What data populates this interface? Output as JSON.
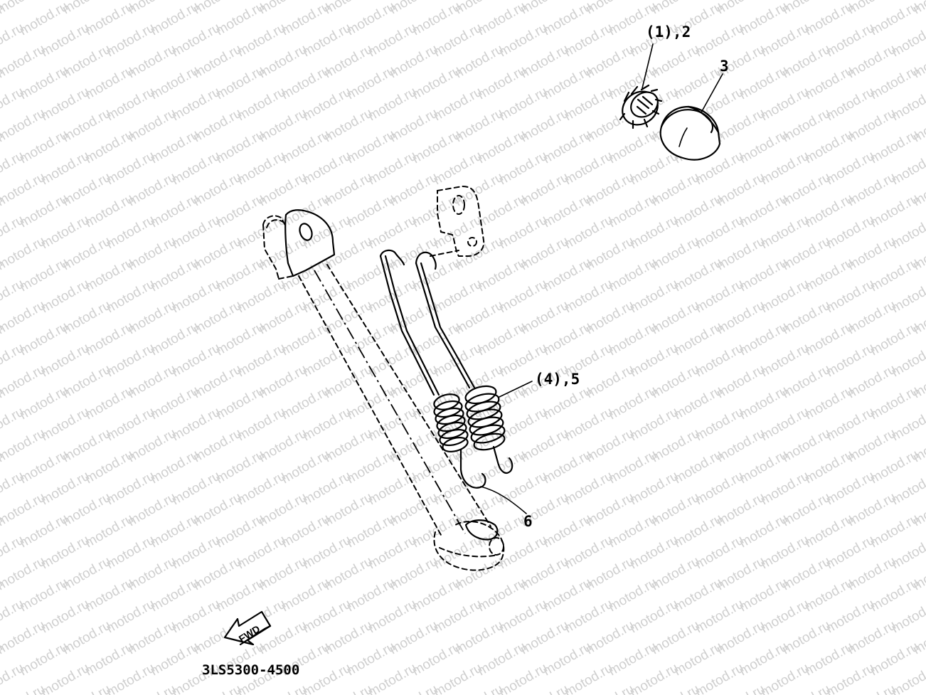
{
  "watermark": {
    "text": "motod.ru",
    "color": "#cfcfcf"
  },
  "callouts": {
    "part_1_2": "(1),2",
    "part_3": "3",
    "part_4_5": "(4),5",
    "part_6": "6"
  },
  "fwd_label": "FWD",
  "part_code": "3LS5300-4500",
  "icons": {
    "direction_arrow": "fwd-arrow-icon"
  }
}
